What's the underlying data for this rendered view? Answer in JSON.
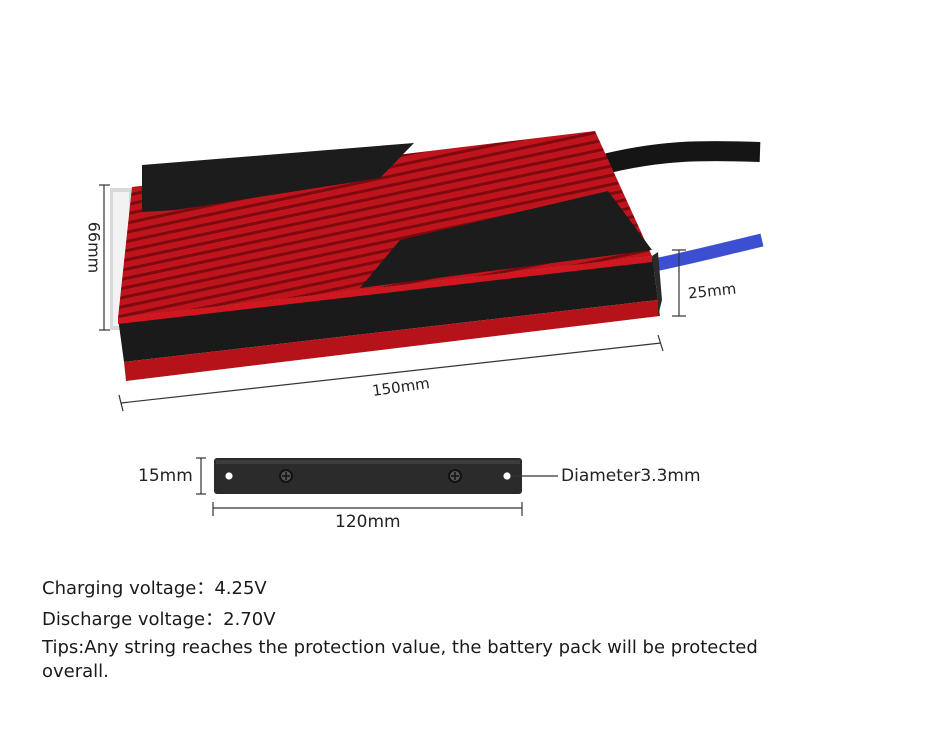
{
  "dimensions": {
    "width_label": "66mm",
    "height_label": "25mm",
    "length_label": "150mm",
    "bracket_height_label": "15mm",
    "hole_diameter_label": "Diameter3.3mm",
    "bracket_length_label": "120mm"
  },
  "specs": {
    "charging_voltage": "Charging voltage：4.25V",
    "discharge_voltage": "Discharge voltage：2.70V",
    "tips": "Tips:Any string reaches the protection value, the battery pack will be protected overall."
  },
  "colors": {
    "housing_red": "#c0141c",
    "housing_dark_red": "#8a0d12",
    "cover_black": "#1c1c1c",
    "cable_blue": "#3c4fd0",
    "cable_black": "#151515"
  }
}
